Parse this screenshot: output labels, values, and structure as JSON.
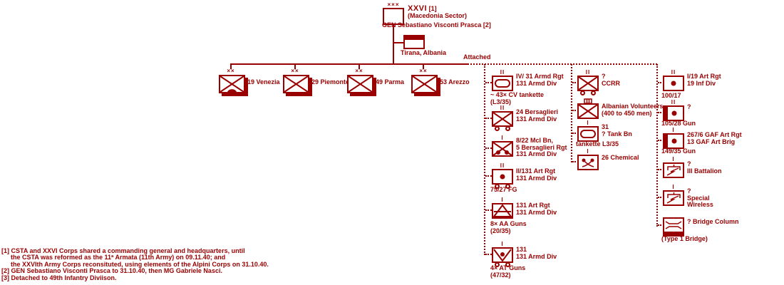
{
  "colors": {
    "accent": "#990000"
  },
  "header": {
    "corps_size": "×××",
    "title": "XXVI",
    "title_ref": "[1]",
    "subtitle": "(Macedonia Sector)",
    "commander": "GEN  Sebastiano Visconti Prasca [2]",
    "hq_label": "Tirana, Albania",
    "attached_label": "Attached"
  },
  "divisions": [
    {
      "size": "××",
      "name": "19 Venezia"
    },
    {
      "size": "××",
      "name": "29 Piemonte"
    },
    {
      "size": "××",
      "name": "49 Parma"
    },
    {
      "size": "××",
      "name": "53 Arezzo"
    }
  ],
  "col1": [
    {
      "size": "II",
      "l1": "IV/ 31 Armd Rgt",
      "l2": "131 Armd Div",
      "n1": "~ 43× CV tankette",
      "n2": "(L3/35)"
    },
    {
      "size": "II",
      "l1": "24 Bersaglieri",
      "l2": "131 Armd Div"
    },
    {
      "size": "I",
      "l1": "8/22 Mcl Bn,",
      "l2": "5 Bersaglieri Rgt",
      "l3": "131 Armd Div"
    },
    {
      "size": "II",
      "l1": "II/131 Art Rgt",
      "l2": "131 Armd Div",
      "n1": "75/27 FG"
    },
    {
      "size": "I",
      "l1": "131 Art Rgt",
      "l2": "131 Armd Div",
      "n1": "8× AA Guns",
      "n2": "(20/35)"
    },
    {
      "size": "I",
      "l1": "131",
      "l2": "131 Armd Div",
      "n1": "4× AT Guns",
      "n2": "(47/32)"
    }
  ],
  "col2": [
    {
      "size": "II",
      "l1": "?",
      "l2": "CCRR"
    },
    {
      "l1": "Albanian Volunteers",
      "l2": "(400 to 450 men)"
    },
    {
      "size": "I",
      "l1": "31",
      "l2": "? Tank Bn",
      "n1": "tankette L3/35"
    },
    {
      "size": "I",
      "l1": "26 Chemical"
    }
  ],
  "col3": [
    {
      "size": "II",
      "l1": "I/19 Art Rgt",
      "l2": "19 Inf Div",
      "n1": "100/17"
    },
    {
      "size": "II",
      "l1": "?",
      "n1": "105/28 Gun"
    },
    {
      "size": "I",
      "l1": "267/6 GAF Art Rgt",
      "l2": "13 GAF Art Brig",
      "n1": "149/35 Gun"
    },
    {
      "size": "I",
      "l1": "?",
      "l2": "III Battalion"
    },
    {
      "size": "I",
      "l1": "?",
      "l2": "Special",
      "l3": "Wireless"
    },
    {
      "l1": "? Bridge Column",
      "n1": "(Type 1 Bridge)"
    }
  ],
  "footnotes": [
    "[1] CSTA and XXVI Corps shared a commanding general and headquarters, until",
    "the CSTA was reformed as the 11ª Armata (11th Army) on 09.11.40; and",
    "the XXVIth Army Corps reconsituted, using elements of the Alpini Corps on 31.10.40.",
    "[2] GEN  Sebastiano Visconti Prasca to 31.10.40, then MG  Gabriele Nasci.",
    "[3] Detached to 49th Infantry Diviison."
  ]
}
